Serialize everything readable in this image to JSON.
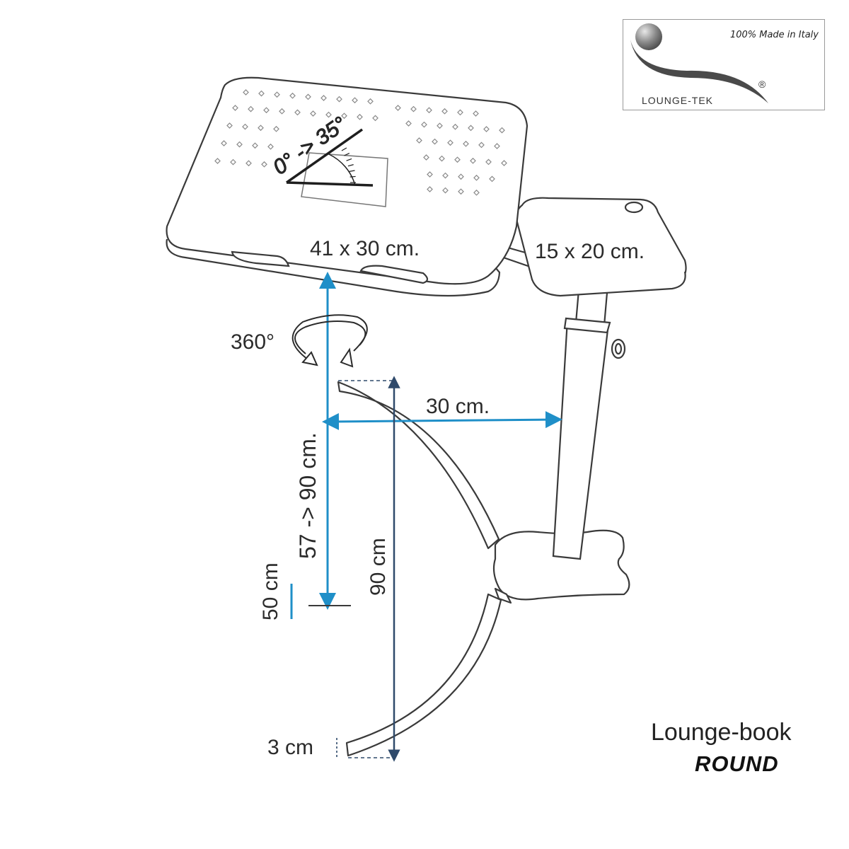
{
  "brand": {
    "tagline": "100% Made in Italy",
    "name": "LOUNGE-TEK",
    "registered_mark": "®"
  },
  "product": {
    "name": "Lounge-book",
    "model": "ROUND"
  },
  "dimensions": {
    "tilt_range": "0° -> 35°",
    "main_tray": "41 x 30 cm.",
    "side_tray": "15 x 20 cm.",
    "rotation": "360°",
    "height_range": "57 -> 90 cm.",
    "reach": "30 cm.",
    "base_length": "90 cm",
    "seat_height": "50 cm",
    "tube_width": "3 cm"
  },
  "colors": {
    "measure_blue": "#1f8fc8",
    "measure_navy": "#2f4a6b",
    "outline": "#3a3a3a"
  }
}
